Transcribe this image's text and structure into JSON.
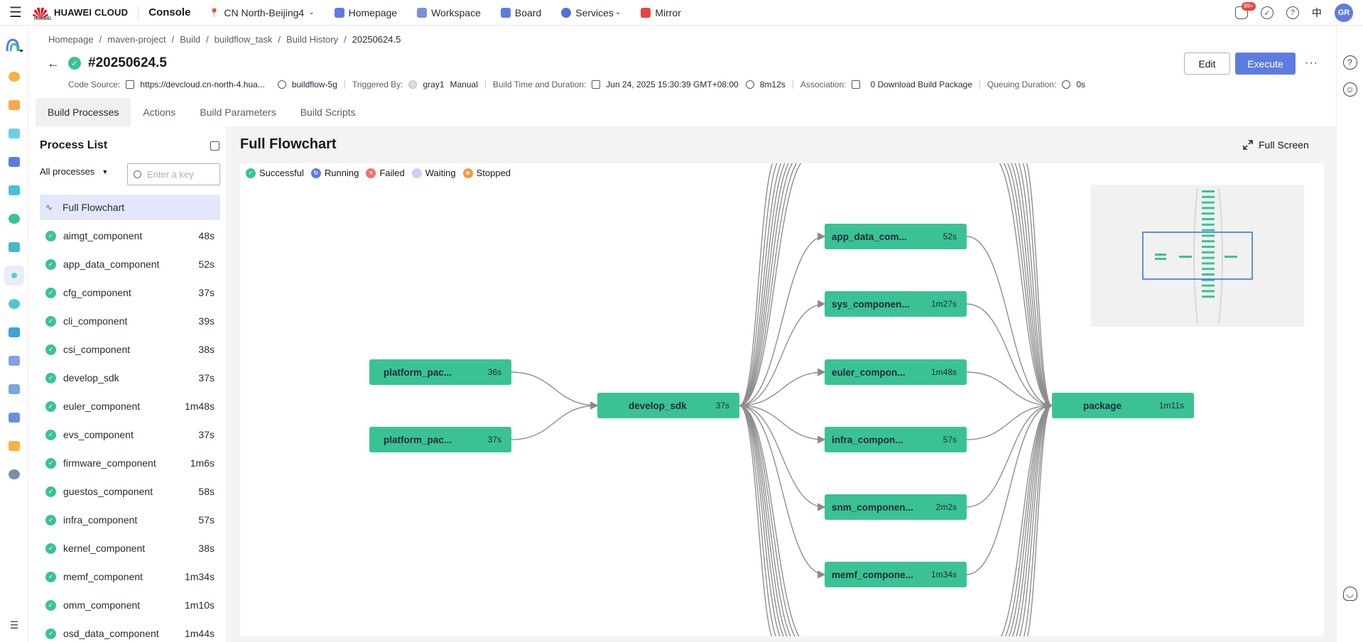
{
  "topbar": {
    "logo_text": "HUAWEI CLOUD",
    "logo_sub": "HUAWEI",
    "console": "Console",
    "region": "CN North-Beijing4",
    "nav": [
      {
        "label": "Homepage",
        "icon": "home-icon"
      },
      {
        "label": "Workspace",
        "icon": "workspace-icon"
      },
      {
        "label": "Board",
        "icon": "board-icon"
      },
      {
        "label": "Services",
        "icon": "services-icon"
      },
      {
        "label": "Mirror",
        "icon": "mirror-icon"
      }
    ],
    "notification_badge": "99+",
    "lang": "中",
    "avatar": "GR"
  },
  "breadcrumb": [
    "Homepage",
    "maven-project",
    "Build",
    "buildflow_task",
    "Build History",
    "20250624.5"
  ],
  "header": {
    "title": "#20250624.5",
    "edit_label": "Edit",
    "execute_label": "Execute",
    "more_label": "···"
  },
  "meta": {
    "code_source_label": "Code Source:",
    "code_source_value": "https://devcloud.cn-north-4.hua...",
    "branch": "buildflow-5g",
    "triggered_label": "Triggered By:",
    "triggered_user": "gray1",
    "triggered_type": "Manual",
    "build_time_label": "Build Time and Duration:",
    "build_time_value": "Jun 24, 2025 15:30:39 GMT+08:00",
    "duration": "8m12s",
    "association_label": "Association:",
    "association_value": "0 Download Build Package",
    "queuing_label": "Queuing Duration:",
    "queuing_value": "0s"
  },
  "tabs": [
    "Build Processes",
    "Actions",
    "Build Parameters",
    "Build Scripts"
  ],
  "process_list": {
    "title": "Process List",
    "filter": "All processes",
    "search_placeholder": "Enter a key",
    "full_flowchart_label": "Full Flowchart",
    "items": [
      {
        "name": "aimgt_component",
        "duration": "48s"
      },
      {
        "name": "app_data_component",
        "duration": "52s"
      },
      {
        "name": "cfg_component",
        "duration": "37s"
      },
      {
        "name": "cli_component",
        "duration": "39s"
      },
      {
        "name": "csi_component",
        "duration": "38s"
      },
      {
        "name": "develop_sdk",
        "duration": "37s"
      },
      {
        "name": "euler_component",
        "duration": "1m48s"
      },
      {
        "name": "evs_component",
        "duration": "37s"
      },
      {
        "name": "firmware_component",
        "duration": "1m6s"
      },
      {
        "name": "guestos_component",
        "duration": "58s"
      },
      {
        "name": "infra_component",
        "duration": "57s"
      },
      {
        "name": "kernel_component",
        "duration": "38s"
      },
      {
        "name": "memf_component",
        "duration": "1m34s"
      },
      {
        "name": "omm_component",
        "duration": "1m10s"
      },
      {
        "name": "osd_data_component",
        "duration": "1m44s"
      }
    ]
  },
  "flowchart": {
    "title": "Full Flowchart",
    "fullscreen_label": "Full Screen",
    "legend": [
      {
        "label": "Successful",
        "color": "#3ac295"
      },
      {
        "label": "Running",
        "color": "#5e7ce0"
      },
      {
        "label": "Failed",
        "color": "#f66f6a"
      },
      {
        "label": "Waiting",
        "color": "#c7d1f3"
      },
      {
        "label": "Stopped",
        "color": "#fa9841"
      }
    ],
    "node_color": "#3ac295",
    "nodes": [
      {
        "id": "pp1",
        "label": "platform_pac...",
        "duration": "36s"
      },
      {
        "id": "pp2",
        "label": "platform_pac...",
        "duration": "37s"
      },
      {
        "id": "sdk",
        "label": "develop_sdk",
        "duration": "37s"
      },
      {
        "id": "c1",
        "label": "app_data_com...",
        "duration": "52s"
      },
      {
        "id": "c2",
        "label": "sys_componen...",
        "duration": "1m27s"
      },
      {
        "id": "c3",
        "label": "euler_compon...",
        "duration": "1m48s"
      },
      {
        "id": "c4",
        "label": "infra_compon...",
        "duration": "57s"
      },
      {
        "id": "c5",
        "label": "snm_componen...",
        "duration": "2m2s"
      },
      {
        "id": "c6",
        "label": "memf_compone...",
        "duration": "1m34s"
      },
      {
        "id": "pkg",
        "label": "package",
        "duration": "1m11s"
      }
    ]
  }
}
